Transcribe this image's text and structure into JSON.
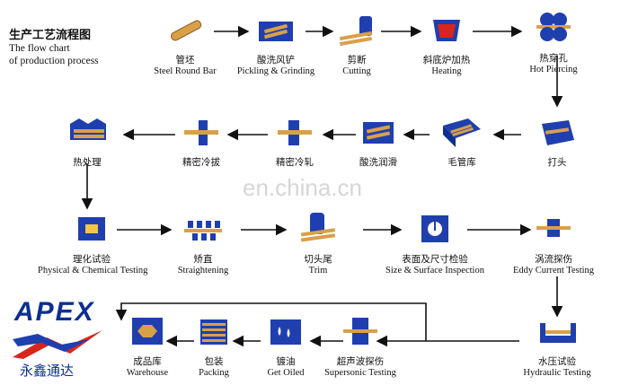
{
  "title": {
    "chinese": "生产工艺流程图",
    "english_line1": "The flow chart",
    "english_line2": "of production process"
  },
  "steps": [
    {
      "cn": "管坯",
      "en": "Steel Round Bar",
      "icon": "steel-round-bar-icon"
    },
    {
      "cn": "酸洗风铲",
      "en": "Pickling & Grinding",
      "icon": "pickling-grinding-icon"
    },
    {
      "cn": "剪断",
      "en": "Cutting",
      "icon": "cutting-icon"
    },
    {
      "cn": "斜底炉加热",
      "en": "Heating",
      "icon": "heating-furnace-icon"
    },
    {
      "cn": "热穿孔",
      "en": "Hot Piercing",
      "icon": "hot-piercing-icon"
    },
    {
      "cn": "打头",
      "en": "",
      "icon": "heading-icon"
    },
    {
      "cn": "毛管库",
      "en": "",
      "icon": "hollow-storage-icon"
    },
    {
      "cn": "酸洗润滑",
      "en": "",
      "icon": "pickling-lubrication-icon"
    },
    {
      "cn": "精密冷轧",
      "en": "",
      "icon": "cold-rolling-icon"
    },
    {
      "cn": "精密冷拔",
      "en": "",
      "icon": "cold-drawing-icon"
    },
    {
      "cn": "热处理",
      "en": "",
      "icon": "heat-treatment-icon"
    },
    {
      "cn": "理化试验",
      "en": "Physical & Chemical Testing",
      "icon": "lab-testing-icon"
    },
    {
      "cn": "矫直",
      "en": "Straightening",
      "icon": "straightening-icon"
    },
    {
      "cn": "切头尾",
      "en": "Trim",
      "icon": "trim-icon"
    },
    {
      "cn": "表面及尺寸检验",
      "en": "Size & Surface Inspection",
      "icon": "inspection-icon"
    },
    {
      "cn": "涡流探伤",
      "en": "Eddy Current Testing",
      "icon": "eddy-current-icon"
    },
    {
      "cn": "水压试验",
      "en": "Hydraulic Testing",
      "icon": "hydraulic-testing-icon"
    },
    {
      "cn": "超声波探伤",
      "en": "Supersonic Testing",
      "icon": "supersonic-testing-icon"
    },
    {
      "cn": "镀油",
      "en": "Get Oiled",
      "icon": "oiling-icon"
    },
    {
      "cn": "包装",
      "en": "Packing",
      "icon": "packing-icon"
    },
    {
      "cn": "成品库",
      "en": "Warehouse",
      "icon": "warehouse-icon"
    }
  ],
  "watermark": "en.china.cn",
  "logo": {
    "text": "APEX",
    "chinese": "永鑫通达"
  },
  "colors": {
    "blue": "#1f3fae",
    "dark_blue": "#0d2f8f",
    "copper": "#d9a04a",
    "red": "#d9261c",
    "arrow": "#111111"
  }
}
